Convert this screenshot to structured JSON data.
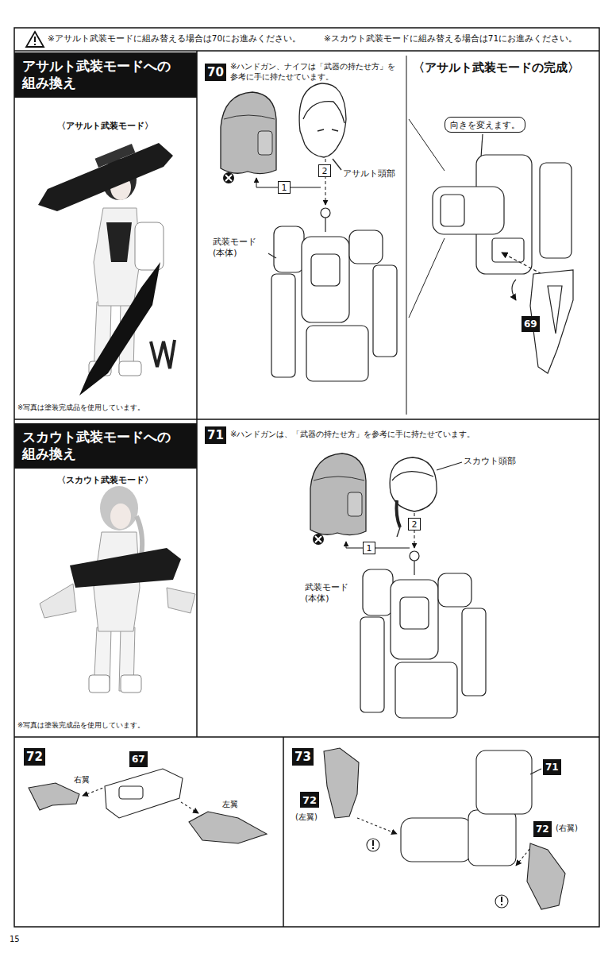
{
  "diagram": {
    "nodes": [
      {
        "text": [
          "アサルト武装モードへの組み換え"
        ]
      },
      {
        "text": [
          "70"
        ]
      },
      {
        "text": [
          "2"
        ]
      },
      {
        "text": [
          "1"
        ]
      },
      {
        "text": [
          "向きを変えます。"
        ]
      },
      {
        "text": [
          "69"
        ]
      },
      {
        "text": [
          "スカウト武装モードへの組み換え"
        ]
      },
      {
        "text": [
          "71"
        ]
      },
      {
        "text": [
          "2"
        ]
      },
      {
        "text": [
          "1"
        ]
      },
      {
        "text": [
          "72"
        ]
      },
      {
        "text": [
          "67"
        ]
      },
      {
        "text": [
          "73"
        ]
      },
      {
        "text": [
          "72"
        ]
      },
      {
        "text": [
          "71"
        ]
      },
      {
        "text": [
          "72"
        ]
      }
    ],
    "labels": [
      "※アサルト武装モードに組み替える場合は70にお進みください。",
      "※スカウト武装モードに組み替える場合は71にお進みください。",
      "〈アサルト武装モード〉",
      "※写真は塗装完成品を使用しています。",
      "※ハンドガン、ナイフは「武器の持たせ方」を参考に手に持たせています。",
      "アサルト頭部",
      "武装モード (本体)",
      "〈アサルト武装モードの完成〉",
      "〈スカウト武装モード〉",
      "※写真は塗装完成品を使用しています。",
      "※ハンドガンは、「武器の持たせ方」を参考に手に持たせています。",
      "スカウト頭部",
      "武装モード (本体)",
      "右翼",
      "左翼",
      "(左翼)",
      "(右翼)",
      "15"
    ]
  }
}
